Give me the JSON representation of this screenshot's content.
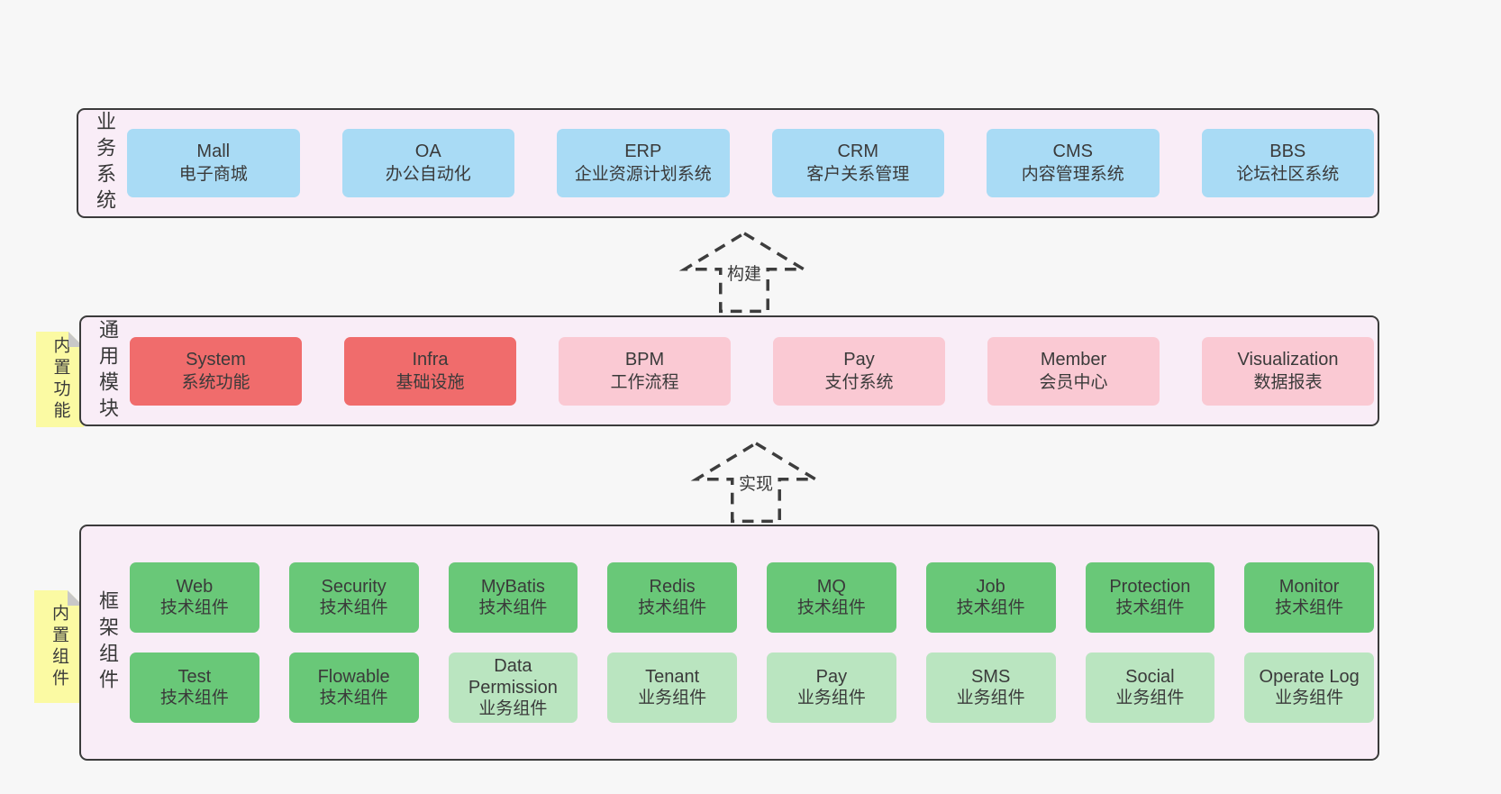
{
  "colors": {
    "page_bg": "#f7f7f7",
    "container_fill": "#f9edf7",
    "container_border": "#3b3b3b",
    "blue_box": "#a9dbf5",
    "red_box": "#f06c6c",
    "pink_box": "#fac9d3",
    "green_dark_box": "#69c878",
    "green_light_box": "#bae5c0",
    "tag_yellow": "#fbfaa3",
    "tag_fold_gray": "#c8c8c8",
    "text": "#3a3a3a"
  },
  "arrows": {
    "build": "构建",
    "implement": "实现"
  },
  "business_layer": {
    "label": "业务系统",
    "boxes": [
      {
        "name": "Mall",
        "desc": "电子商城"
      },
      {
        "name": "OA",
        "desc": "办公自动化"
      },
      {
        "name": "ERP",
        "desc": "企业资源计划系统"
      },
      {
        "name": "CRM",
        "desc": "客户关系管理"
      },
      {
        "name": "CMS",
        "desc": "内容管理系统"
      },
      {
        "name": "BBS",
        "desc": "论坛社区系统"
      }
    ]
  },
  "module_layer": {
    "tag": "内置功能",
    "label": "通用模块",
    "boxes": [
      {
        "name": "System",
        "desc": "系统功能"
      },
      {
        "name": "Infra",
        "desc": "基础设施"
      },
      {
        "name": "BPM",
        "desc": "工作流程"
      },
      {
        "name": "Pay",
        "desc": "支付系统"
      },
      {
        "name": "Member",
        "desc": "会员中心"
      },
      {
        "name": "Visualization",
        "desc": "数据报表"
      }
    ]
  },
  "component_layer": {
    "tag": "内置组件",
    "label": "框架组件",
    "row1": [
      {
        "name": "Web",
        "desc": "技术组件"
      },
      {
        "name": "Security",
        "desc": "技术组件"
      },
      {
        "name": "MyBatis",
        "desc": "技术组件"
      },
      {
        "name": "Redis",
        "desc": "技术组件"
      },
      {
        "name": "MQ",
        "desc": "技术组件"
      },
      {
        "name": "Job",
        "desc": "技术组件"
      },
      {
        "name": "Protection",
        "desc": "技术组件"
      },
      {
        "name": "Monitor",
        "desc": "技术组件"
      }
    ],
    "row2": [
      {
        "name": "Test",
        "desc": "技术组件"
      },
      {
        "name": "Flowable",
        "desc": "技术组件"
      },
      {
        "name": "Data Permission",
        "desc": "业务组件"
      },
      {
        "name": "Tenant",
        "desc": "业务组件"
      },
      {
        "name": "Pay",
        "desc": "业务组件"
      },
      {
        "name": "SMS",
        "desc": "业务组件"
      },
      {
        "name": "Social",
        "desc": "业务组件"
      },
      {
        "name": "Operate Log",
        "desc": "业务组件"
      }
    ]
  }
}
